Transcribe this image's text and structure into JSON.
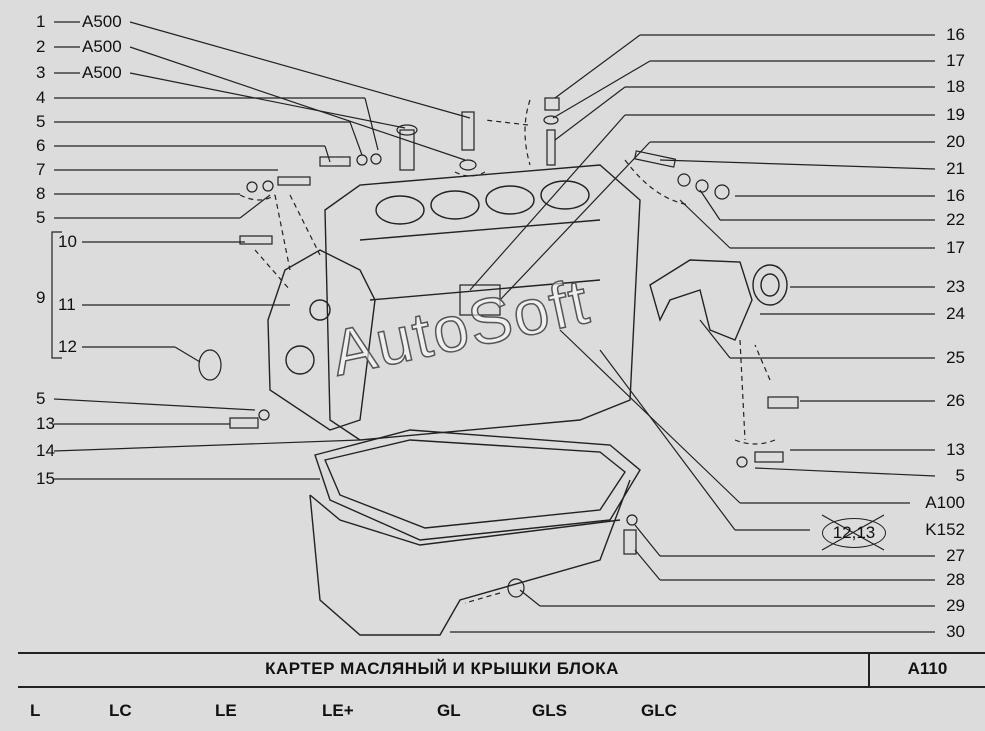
{
  "left_callouts": [
    {
      "num": "1",
      "ref": "A500"
    },
    {
      "num": "2",
      "ref": "A500"
    },
    {
      "num": "3",
      "ref": "A500"
    },
    {
      "num": "4"
    },
    {
      "num": "5"
    },
    {
      "num": "6"
    },
    {
      "num": "7"
    },
    {
      "num": "8"
    },
    {
      "num": "5"
    },
    {
      "num": "10"
    },
    {
      "num": "9"
    },
    {
      "num": "11"
    },
    {
      "num": "12"
    },
    {
      "num": "5"
    },
    {
      "num": "13"
    },
    {
      "num": "14"
    },
    {
      "num": "15"
    }
  ],
  "right_callouts": [
    "16",
    "17",
    "18",
    "19",
    "20",
    "21",
    "16",
    "22",
    "17",
    "23",
    "24",
    "25",
    "26",
    "13",
    "5",
    "A100",
    "K152",
    "27",
    "28",
    "29",
    "30"
  ],
  "crossed_ref": "12,13",
  "watermark": "AutoSoft",
  "footer": {
    "title": "КАРТЕР МАСЛЯНЫЙ И КРЫШКИ БЛОКА",
    "code": "A110",
    "versions": [
      "L",
      "LC",
      "LE",
      "LE+",
      "GL",
      "GLS",
      "GLC"
    ]
  }
}
